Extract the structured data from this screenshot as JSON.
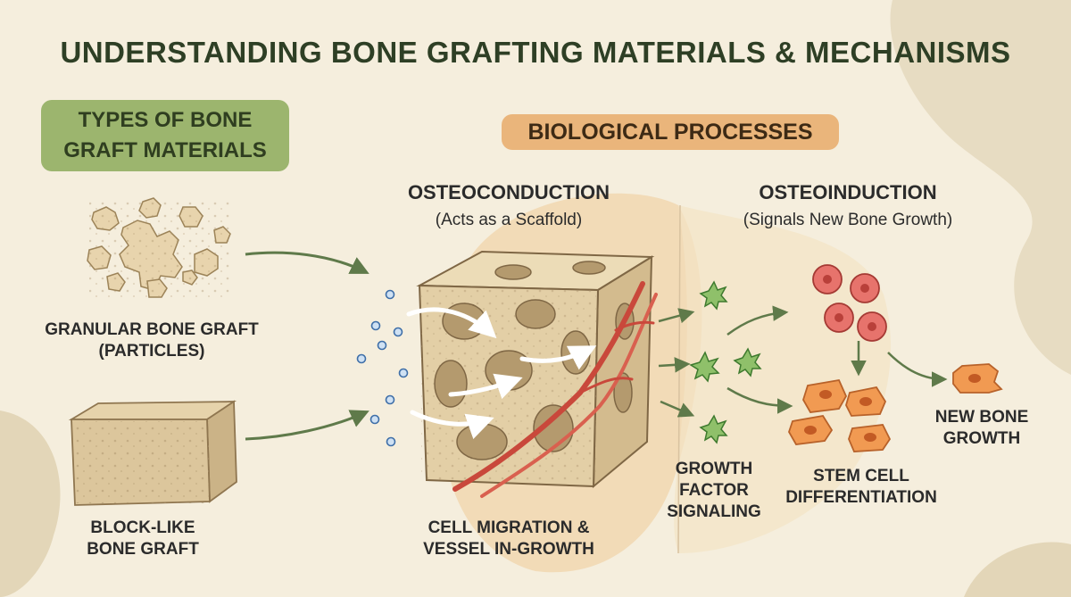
{
  "title": "UNDERSTANDING BONE GRAFTING MATERIALS & MECHANISMS",
  "types_badge": {
    "line1": "TYPES OF BONE",
    "line2": "GRAFT MATERIALS"
  },
  "processes_badge": "BIOLOGICAL PROCESSES",
  "granular": {
    "line1": "GRANULAR BONE GRAFT",
    "line2": "(PARTICLES)"
  },
  "block": {
    "line1": "BLOCK-LIKE",
    "line2": "BONE GRAFT"
  },
  "osteoconduction": {
    "title": "OSTEOCONDUCTION",
    "subtitle": "(Acts as a Scaffold)"
  },
  "osteoinduction": {
    "title": "OSTEOINDUCTION",
    "subtitle": "(Signals New Bone Growth)"
  },
  "migration": {
    "line1": "CELL MIGRATION &",
    "line2": "VESSEL IN-GROWTH"
  },
  "growth_factor": {
    "line1": "GROWTH",
    "line2": "FACTOR",
    "line3": "SIGNALING"
  },
  "stem_cell": {
    "line1": "STEM CELL",
    "line2": "DIFFERENTIATION"
  },
  "new_bone": {
    "line1": "NEW BONE",
    "line2": "GROWTH"
  },
  "colors": {
    "title": "#2e3f25",
    "badge_green": "#9cb56e",
    "badge_orange": "#eab57b",
    "arrow": "#5f7a4a",
    "vessel": "#c9483b"
  }
}
